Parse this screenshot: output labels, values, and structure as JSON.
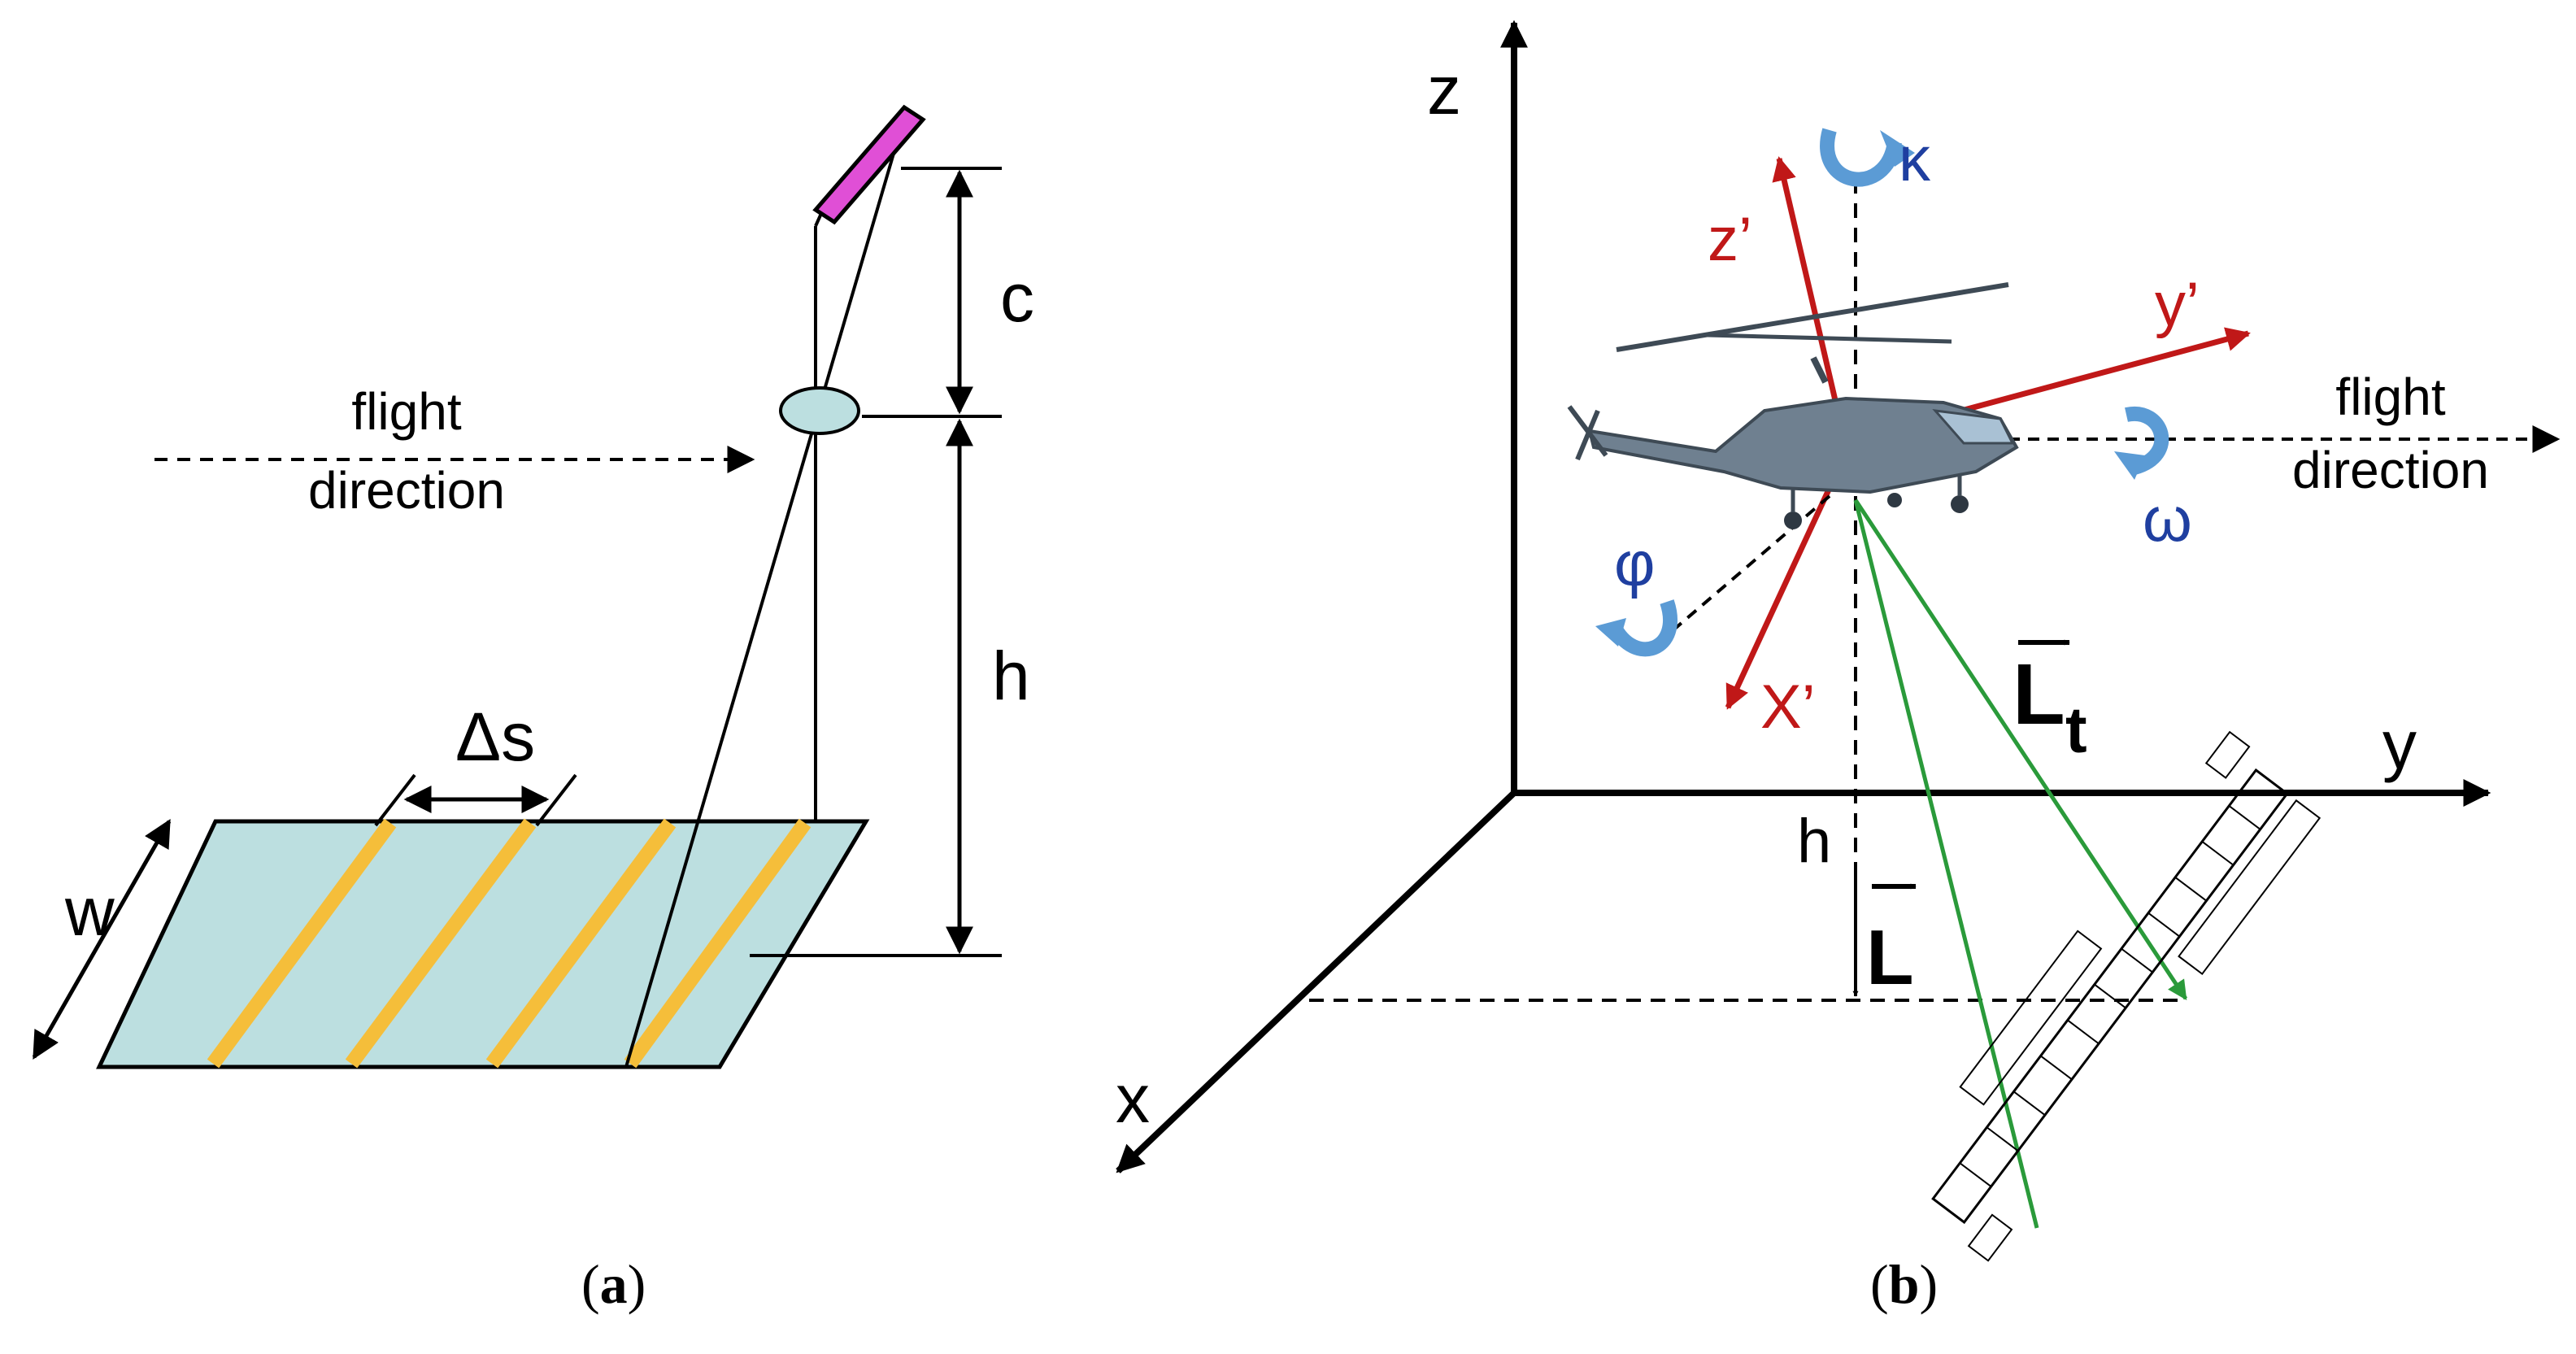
{
  "panel_a": {
    "caption_letter": "a",
    "labels": {
      "c": "c",
      "h": "h",
      "w": "w",
      "delta_s": "Δs",
      "flight_line1": "flight",
      "flight_line2": "direction"
    },
    "colors": {
      "ground": "#bcdfe0",
      "stripe": "#f5be3a",
      "mirror": "#e04fd6",
      "lens": "#bcdfe0",
      "ink": "#000000"
    }
  },
  "panel_b": {
    "caption_letter": "b",
    "labels": {
      "z": "z",
      "y": "y",
      "x": "x",
      "h": "h",
      "z_prime": "z’",
      "y_prime": "y’",
      "x_prime": "X’",
      "kappa": "κ",
      "omega": "ω",
      "phi": "φ",
      "L": "L",
      "Lt_main": "L",
      "Lt_sub": "t",
      "flight_line1": "flight",
      "flight_line2": "direction"
    },
    "colors": {
      "ink": "#000000",
      "body_axes": "#c01818",
      "rotation": "#5b9bd5",
      "rotation_label": "#1f3fa0",
      "rays": "#2a9a3a",
      "helicopter": "#6f8090"
    }
  }
}
